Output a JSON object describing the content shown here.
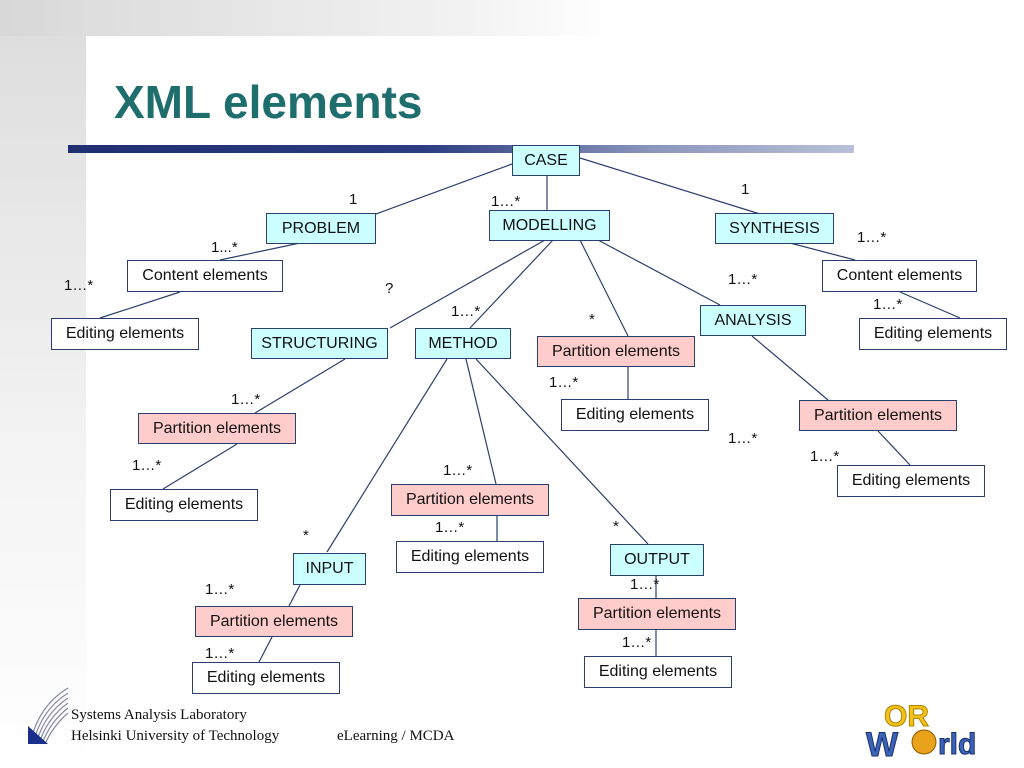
{
  "title": "XML elements",
  "nodes": {
    "case": "CASE",
    "problem": "PROBLEM",
    "modelling": "MODELLING",
    "synthesis": "SYNTHESIS",
    "problem_content": "Content elements",
    "problem_editing": "Editing elements",
    "synthesis_content": "Content elements",
    "synthesis_editing": "Editing elements",
    "structuring": "STRUCTURING",
    "method": "METHOD",
    "modelling_partition": "Partition elements",
    "modelling_editing": "Editing elements",
    "analysis": "ANALYSIS",
    "analysis_partition": "Partition elements",
    "analysis_editing": "Editing elements",
    "structuring_partition": "Partition elements",
    "structuring_editing": "Editing elements",
    "method_partition": "Partition elements",
    "method_editing": "Editing elements",
    "input": "INPUT",
    "input_partition": "Partition elements",
    "input_editing": "Editing elements",
    "output": "OUTPUT",
    "output_partition": "Partition elements",
    "output_editing": "Editing elements"
  },
  "multiplicities": {
    "case_problem": "1",
    "case_modelling": "1…*",
    "case_synthesis": "1",
    "problem_content": "1...*",
    "problem_editing": "1…*",
    "synthesis_content": "1…*",
    "synthesis_editing": "1…*",
    "modelling_structuring": "?",
    "modelling_method": "1…*",
    "modelling_partition": "*",
    "modelling_analysis": "1…*",
    "modelling_partition_editing": "1…*",
    "analysis_partition": "1…*",
    "analysis_editing": "1…*",
    "structuring_partition": "1…*",
    "structuring_editing": "1…*",
    "method_partition": "1…*",
    "method_editing": "1…*",
    "method_input": "*",
    "method_output": "*",
    "input_partition": "1…*",
    "input_editing": "1…*",
    "output_partition": "1…*",
    "output_editing": "1…*"
  },
  "colors": {
    "title": "#1f6e6e",
    "node_cyan": "#ccffff",
    "node_pink": "#ffcccc",
    "node_border": "#2a3f6e"
  },
  "footer": {
    "org_line1": "Systems Analysis Laboratory",
    "org_line2": "Helsinki University of Technology",
    "course": "eLearning / MCDA",
    "logo_text": "OR World"
  }
}
